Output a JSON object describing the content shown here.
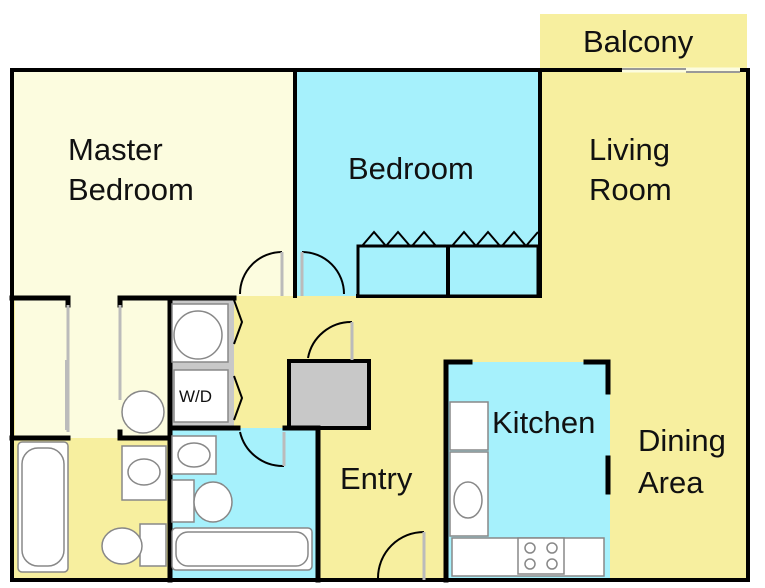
{
  "colors": {
    "yellow": "#f7ef9f",
    "cream": "#fcfcdf",
    "blue": "#a6f1fc",
    "gray": "#c8c8c8",
    "wall": "#000000",
    "fixture": "#ffffff"
  },
  "rooms": {
    "balcony": "Balcony",
    "master_line1": "Master",
    "master_line2": "Bedroom",
    "bedroom": "Bedroom",
    "living_line1": "Living",
    "living_line2": "Room",
    "kitchen": "Kitchen",
    "dining_line1": "Dining",
    "dining_line2": "Area",
    "entry": "Entry",
    "laundry": "W/D"
  }
}
